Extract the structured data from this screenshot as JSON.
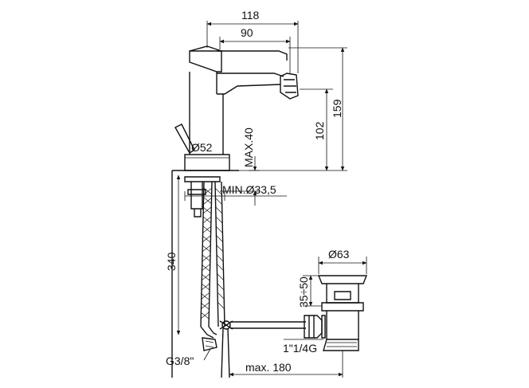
{
  "dimensions": {
    "width_overall": "118",
    "width_spout": "90",
    "height_overall": "159",
    "height_outlet": "102",
    "base_diameter": "Ø52",
    "deck_thickness": "MAX.40",
    "hole_diameter": "MIN.Ø33,5",
    "hose_length": "340",
    "hose_thread": "G3/8\"",
    "waste_diameter": "Ø63",
    "waste_range": "35÷50",
    "waste_thread": "1\"1/4G",
    "rod_length": "max. 180"
  }
}
